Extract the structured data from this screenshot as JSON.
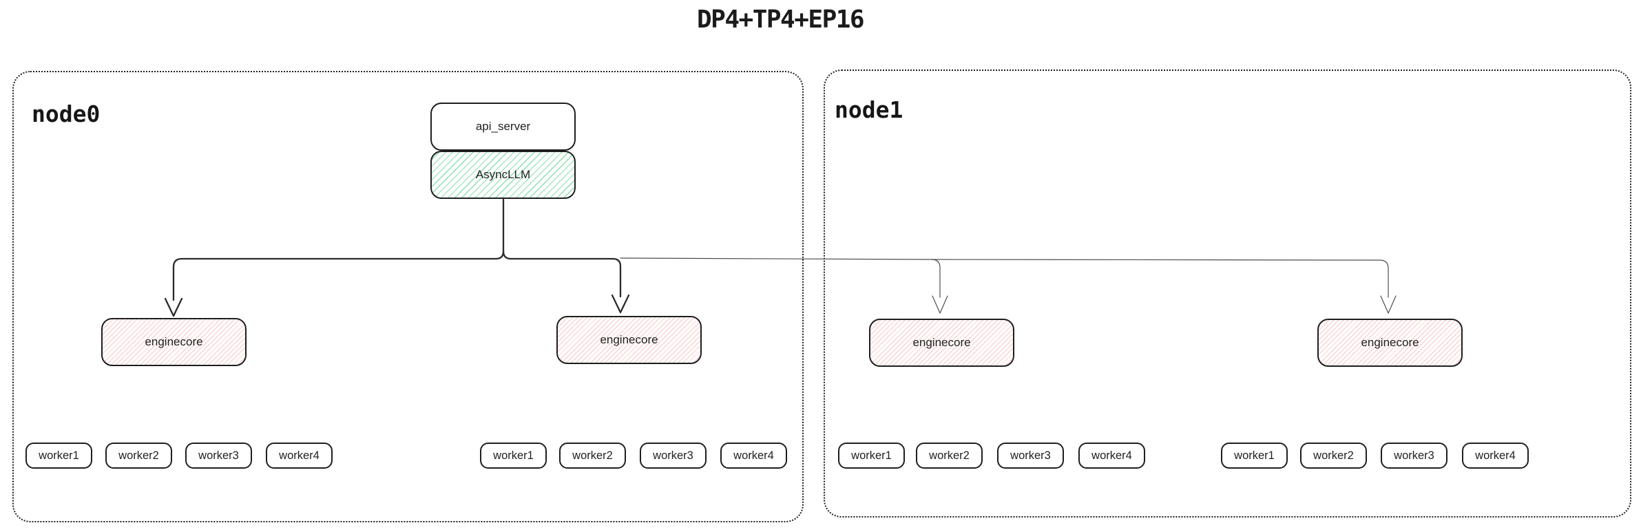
{
  "title": "DP4+TP4+EP16",
  "nodes": [
    {
      "label": "node0"
    },
    {
      "label": "node1"
    }
  ],
  "pipeline": {
    "api_server_label": "api_server",
    "async_llm_label": "AsyncLLM"
  },
  "enginecores": [
    "enginecore",
    "enginecore",
    "enginecore",
    "enginecore"
  ],
  "workers": {
    "groups": [
      [
        "worker1",
        "worker2",
        "worker3",
        "worker4"
      ],
      [
        "worker1",
        "worker2",
        "worker3",
        "worker4"
      ],
      [
        "worker1",
        "worker2",
        "worker3",
        "worker4"
      ],
      [
        "worker1",
        "worker2",
        "worker3",
        "worker4"
      ]
    ]
  },
  "colors": {
    "green_hatch": "#78db9e",
    "red_hatch": "#ee9c92",
    "thick_line": "#2a2a2a",
    "thin_line": "#4d4d4d",
    "border": "#1e1e1e"
  }
}
